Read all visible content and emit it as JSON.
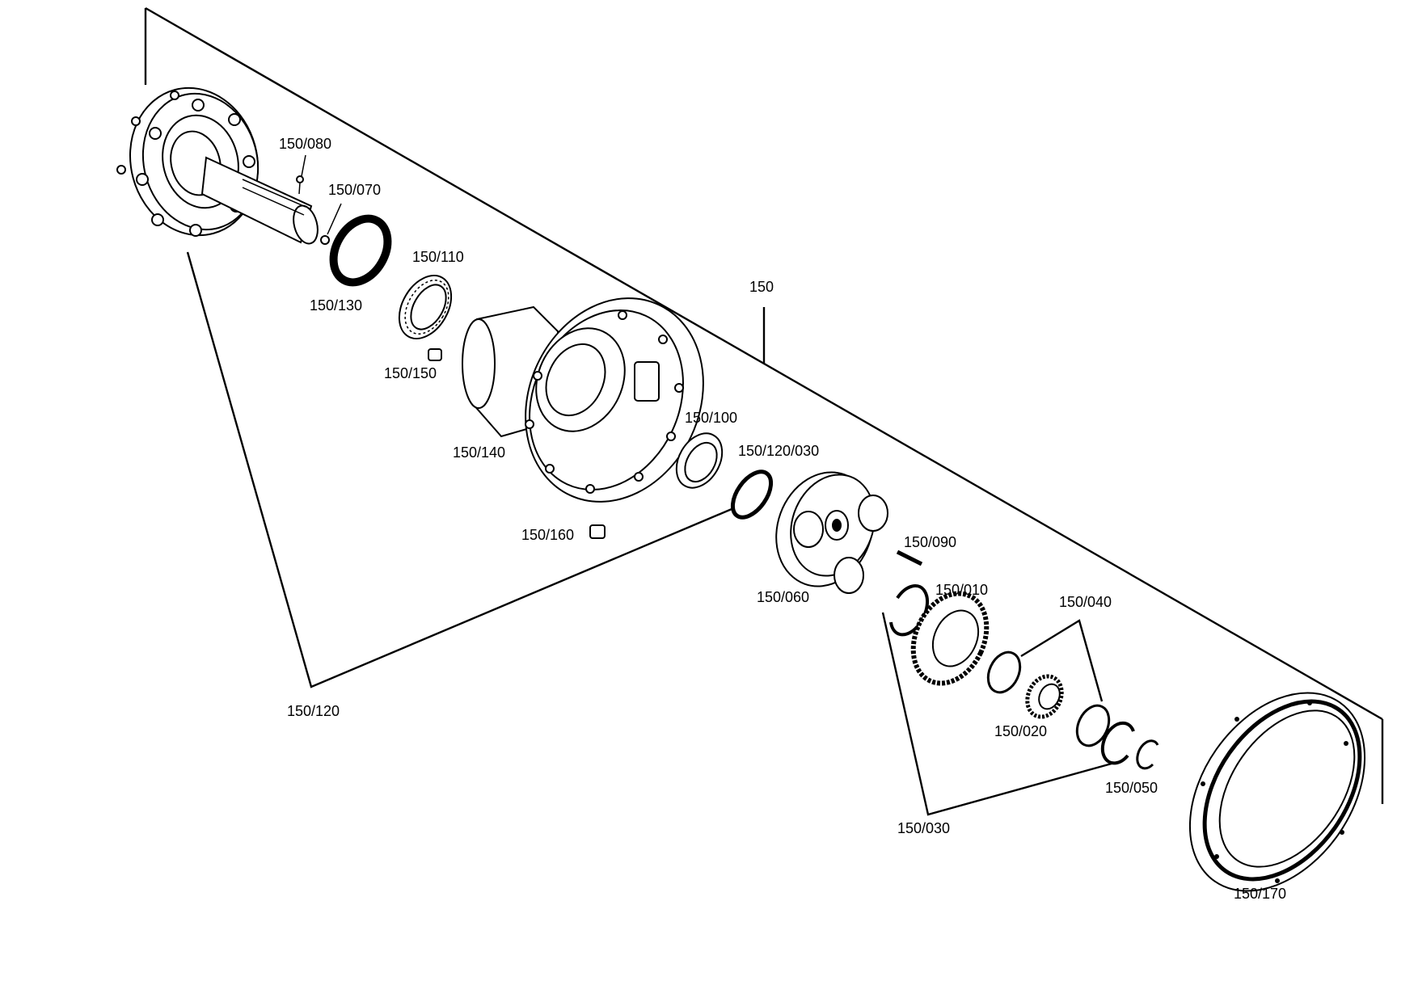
{
  "callouts": {
    "p150": "150",
    "p150_010": "150/010",
    "p150_020": "150/020",
    "p150_030": "150/030",
    "p150_040": "150/040",
    "p150_050": "150/050",
    "p150_060": "150/060",
    "p150_070": "150/070",
    "p150_080": "150/080",
    "p150_090": "150/090",
    "p150_100": "150/100",
    "p150_110": "150/110",
    "p150_120": "150/120",
    "p150_120_030": "150/120/030",
    "p150_130": "150/130",
    "p150_140": "150/140",
    "p150_150": "150/150",
    "p150_160": "150/160",
    "p150_170": "150/170"
  }
}
